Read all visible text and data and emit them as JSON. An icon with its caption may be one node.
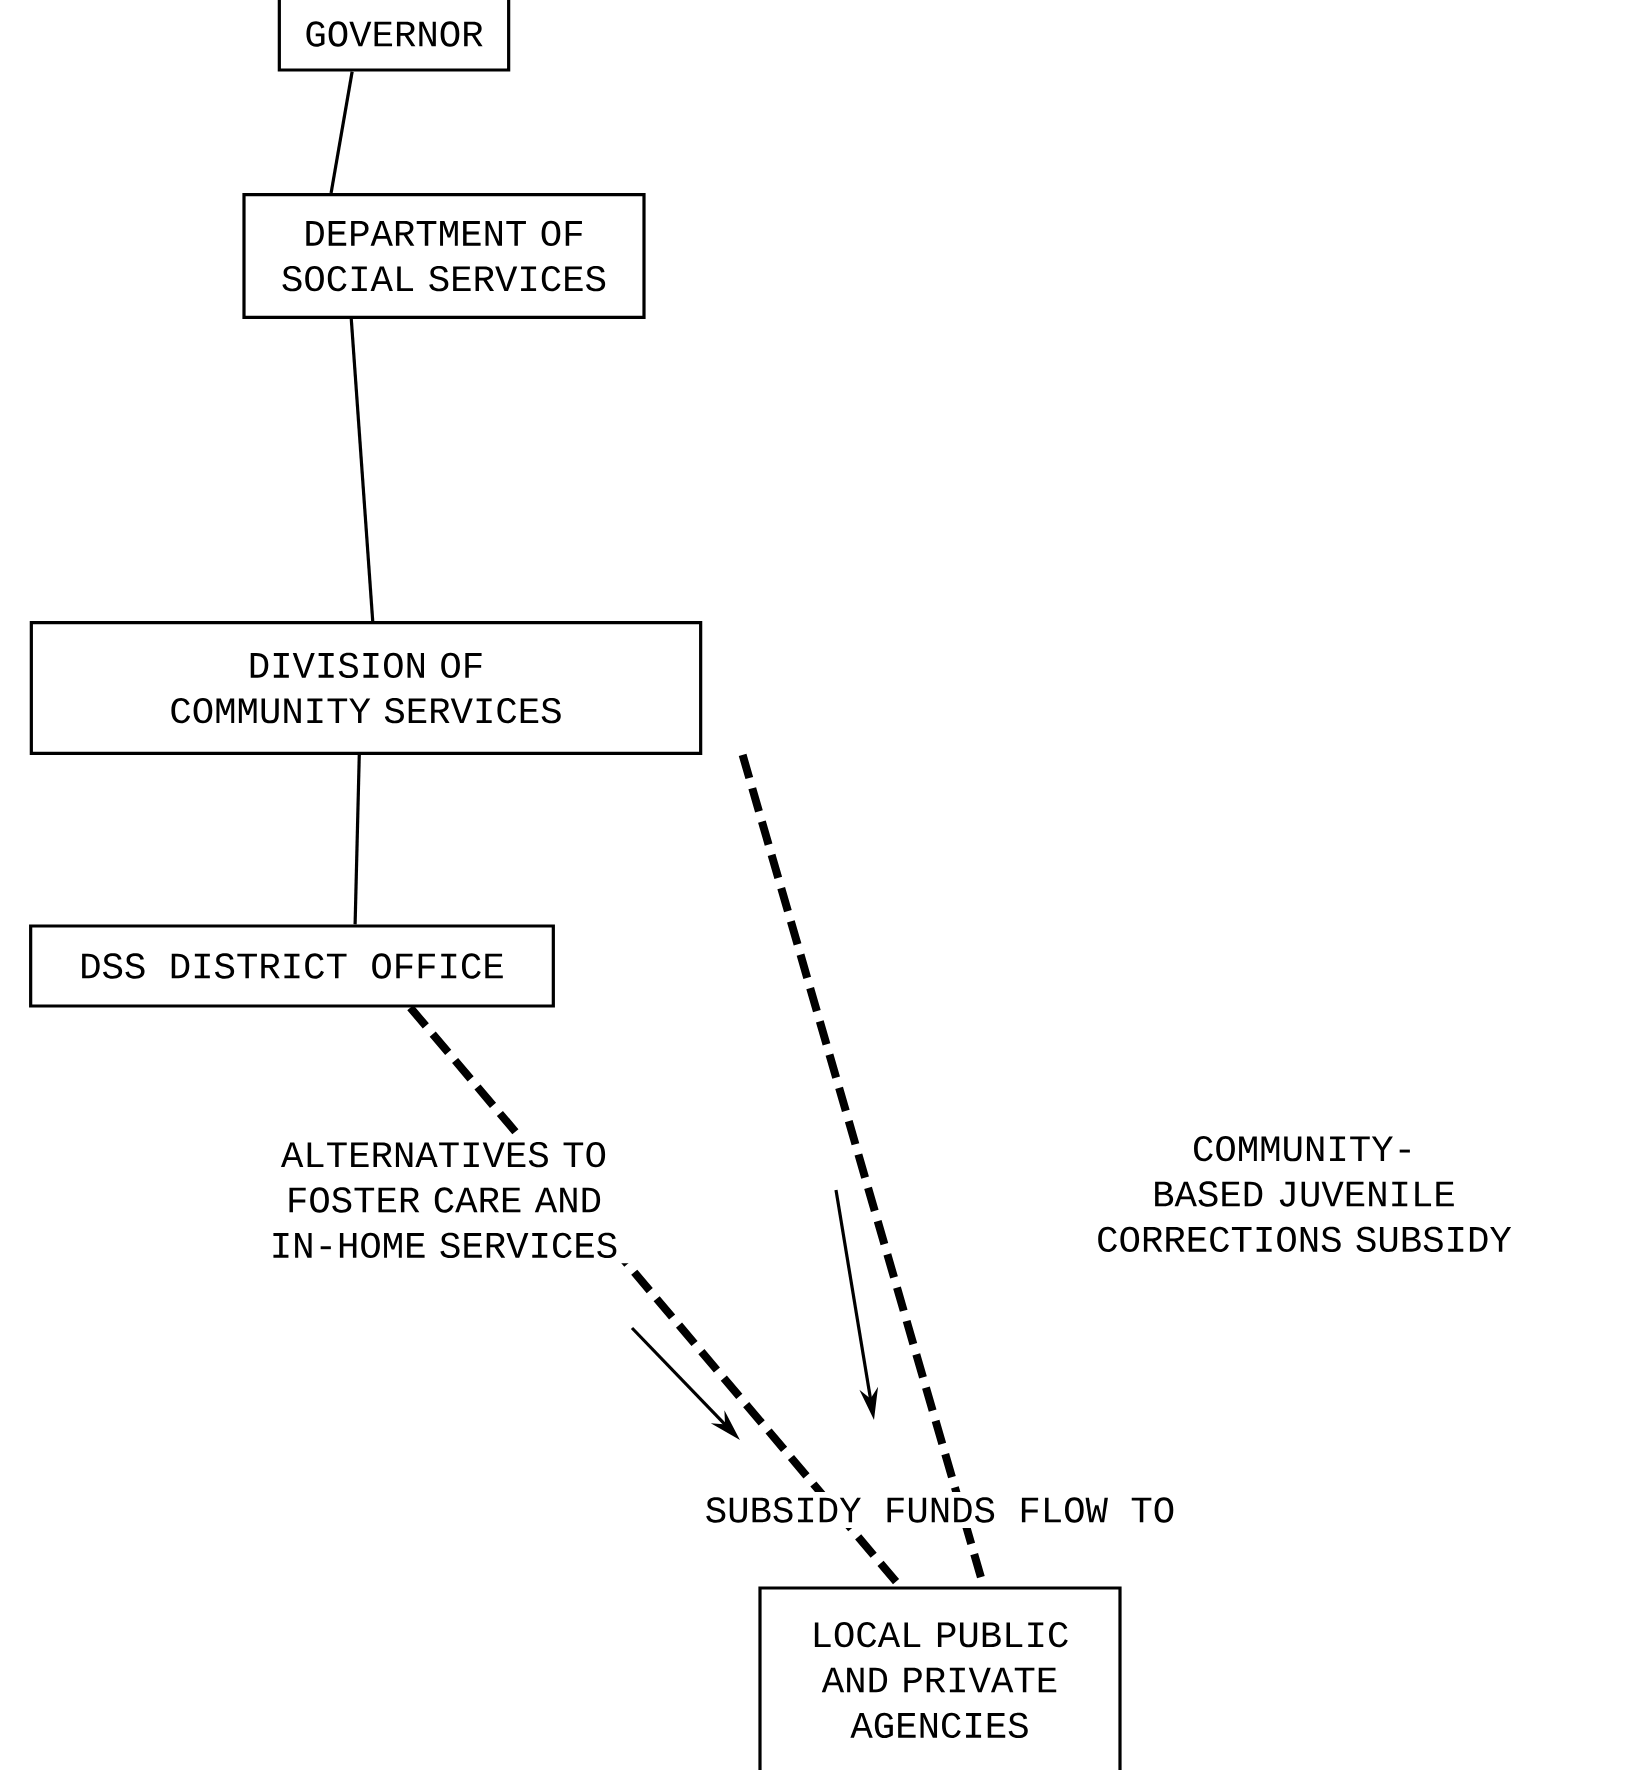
{
  "diagram": {
    "nodes": [
      {
        "text": [
          "GOVERNOR"
        ]
      },
      {
        "text": [
          "DEPARTMENT OF SOCIAL SERVICES"
        ]
      },
      {
        "text": [
          "DIVISION OF COMMUNITY SERVICES"
        ]
      },
      {
        "text": [
          "DSS DISTRICT OFFICE"
        ]
      },
      {
        "text": [
          "LOCAL PUBLIC AND PRIVATE AGENCIES"
        ]
      }
    ],
    "edges": [
      {
        "from": 0,
        "to": 1,
        "arrow": "none"
      },
      {
        "from": 1,
        "to": 2,
        "arrow": "none"
      },
      {
        "from": 2,
        "to": 3,
        "arrow": "none"
      },
      {
        "from": 3,
        "to": 4,
        "arrow": "none",
        "style": "dashed",
        "label": "ALTERNATIVES TO FOSTER CARE AND IN-HOME SERVICES"
      },
      {
        "from": 2,
        "to": 4,
        "arrow": "none",
        "style": "dashed"
      }
    ],
    "labels": [
      "COMMUNITY-BASED JUVENILE CORRECTIONS SUBSIDY",
      "SUBSIDY FUNDS FLOW TO"
    ]
  }
}
